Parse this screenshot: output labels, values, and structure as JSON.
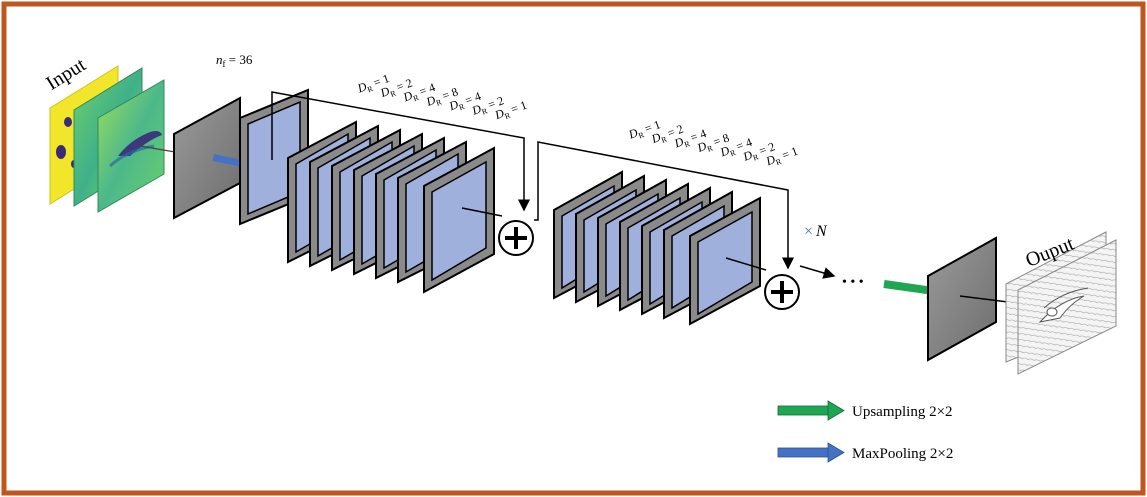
{
  "labels": {
    "input": "Input",
    "output": "Ouput",
    "nf_sym": "n",
    "nf_sub": "f",
    "nf_val": " = 36",
    "repeat_sym": "×",
    "repeat_N": "N",
    "ellipsis_dots": "• • •"
  },
  "dilation_groups": [
    {
      "rates": [
        "1",
        "2",
        "4",
        "8",
        "4",
        "2",
        "1"
      ]
    },
    {
      "rates": [
        "1",
        "2",
        "4",
        "8",
        "4",
        "2",
        "1"
      ]
    }
  ],
  "dilation_symbol": "D",
  "dilation_sub": "R",
  "legend": {
    "upsampling": "Upsampling 2×2",
    "maxpooling": "MaxPooling 2×2"
  },
  "colors": {
    "frame_border": "#c0561e",
    "feature_map_fill": "#9fb0dd",
    "layer_gray": "#8a8a8a",
    "upsampling_arrow": "#1ea653",
    "maxpooling_arrow": "#4472c4",
    "input_yellow": "#f2e62a",
    "input_field_green": "#56c07a",
    "input_wake_dark": "#3a2a7a"
  }
}
